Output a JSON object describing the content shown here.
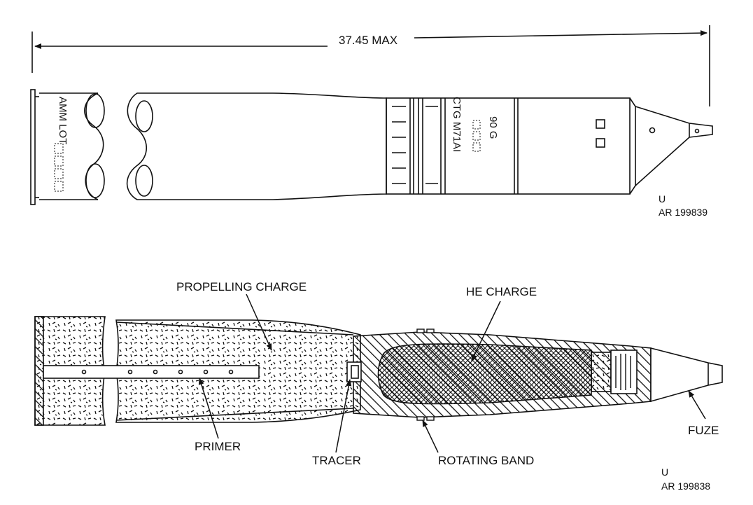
{
  "figure": {
    "colors": {
      "ink": "#111111",
      "paper": "#ffffff"
    },
    "top_view": {
      "dimension_label": "37.45 MAX",
      "case_marking": "AMM LOT",
      "projectile_marking_line1": "90 G",
      "projectile_marking_line2": "CTG M71AI",
      "security_mark": "U",
      "reference": "AR 199839"
    },
    "cutaway_view": {
      "labels": {
        "propelling_charge": "PROPELLING CHARGE",
        "he_charge": "HE CHARGE",
        "primer": "PRIMER",
        "tracer": "TRACER",
        "rotating_band": "ROTATING BAND",
        "fuze": "FUZE"
      },
      "security_mark": "U",
      "reference": "AR 199838"
    }
  }
}
